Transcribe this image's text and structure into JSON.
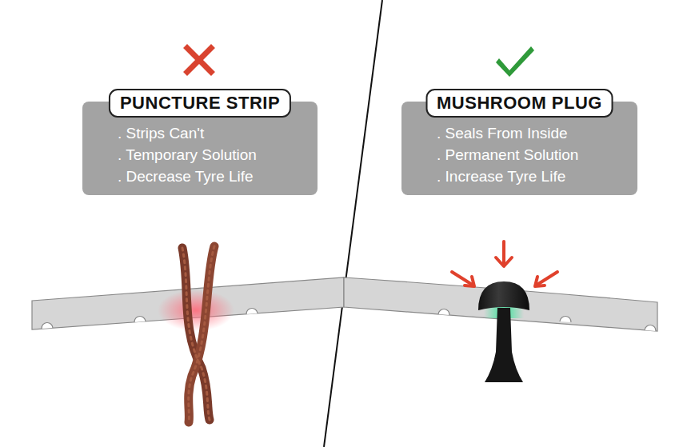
{
  "diagram": {
    "nodes": [
      {
        "text": [
          "PUNCTURE STRIP",
          ". Strips Can't",
          ". Temporary Solution",
          ". Decrease Tyre Life"
        ]
      },
      {
        "text": [
          "MUSHROOM PLUG",
          ". Seals From Inside",
          ". Permanent Solution",
          ". Increase Tyre Life"
        ]
      }
    ]
  }
}
